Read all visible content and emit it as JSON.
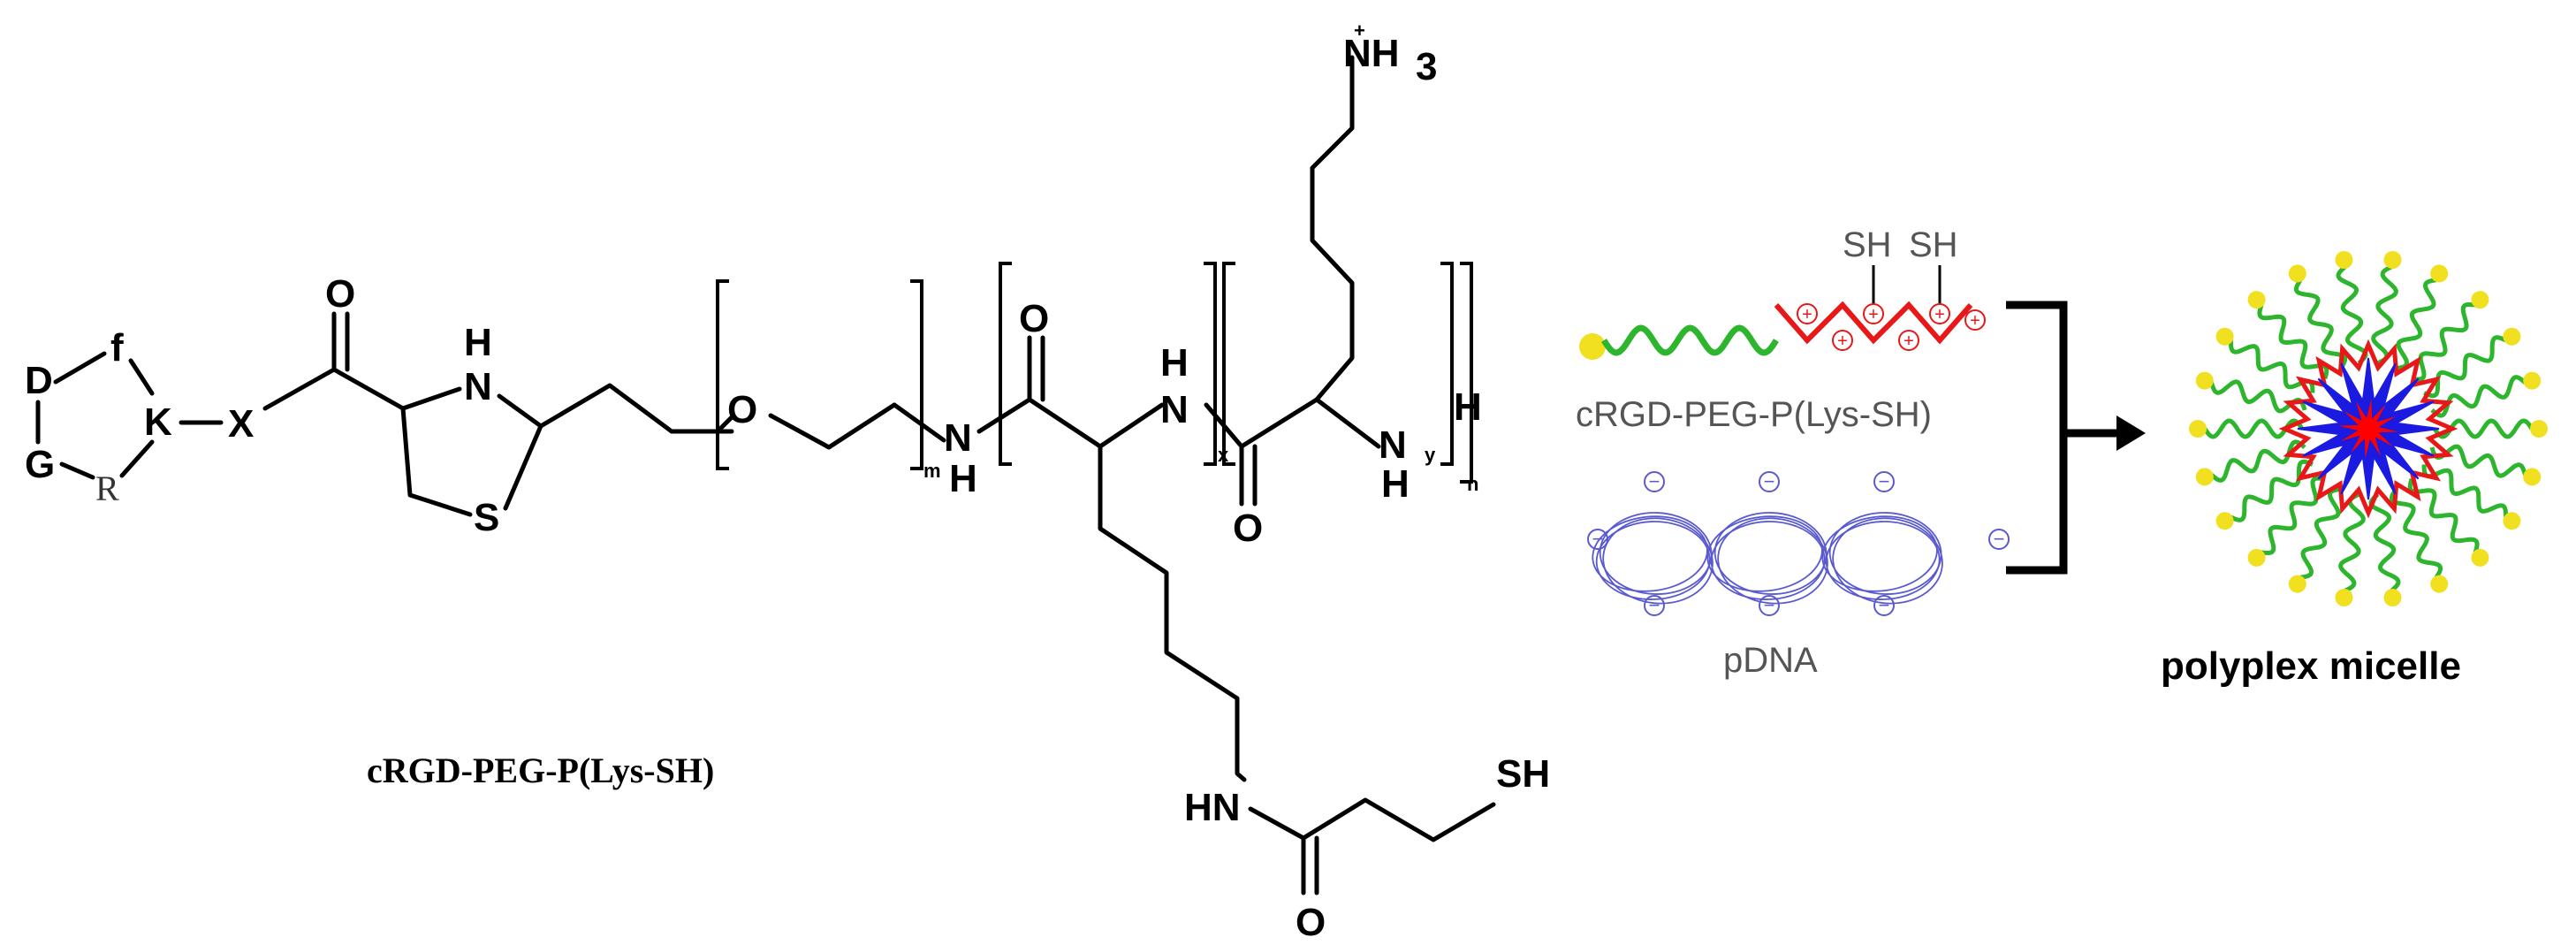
{
  "structure": {
    "title": "cRGD-PEG-P(Lys-SH)",
    "ring_residues": [
      "D",
      "f",
      "K",
      "G",
      "R"
    ],
    "linker": "X",
    "atoms": {
      "carbonyl_o": "O",
      "thiazolidine_nh": "H",
      "thiazolidine_n": "N",
      "thiazolidine_s": "S",
      "peg_o": "O",
      "amide_n": "N",
      "amide_h": "H",
      "lys_carbonyl_o": "O",
      "lys_nh_h": "H",
      "lys_nh_n": "N",
      "lys2_carbonyl_o": "O",
      "lys2_n": "N",
      "lys2_h": "H",
      "terminal_h": "H",
      "ammonium": "NH",
      "ammonium_sub": "3",
      "ammonium_charge": "+",
      "side_hn": "HN",
      "side_o": "O",
      "side_sh": "SH"
    },
    "subscripts": {
      "m": "m",
      "x": "x",
      "y": "y",
      "n": "n"
    }
  },
  "scheme": {
    "polymer_label": "cRGD-PEG-P(Lys-SH)",
    "polymer_thiol_1": "SH",
    "polymer_thiol_2": "SH",
    "dna_label": "pDNA",
    "product_label": "polyplex micelle",
    "positive_symbol": "+",
    "negative_symbol": "−",
    "colors": {
      "peg": "#2db52d",
      "polycation": "#e81818",
      "ligand": "#f0e020",
      "dna": "#5a5ad0",
      "core": "#1a1ae0",
      "core_center": "#ff0000"
    }
  }
}
